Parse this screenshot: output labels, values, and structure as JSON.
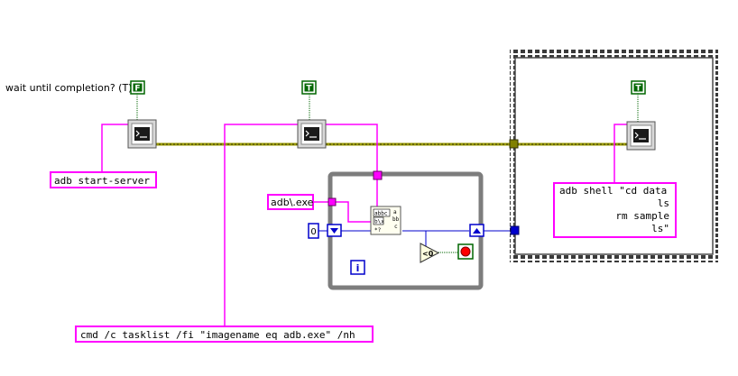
{
  "labels": {
    "wait_until_completion": "wait until completion? (T)"
  },
  "constants": {
    "bool_false": "F",
    "bool_true_1": "T",
    "bool_true_2": "T",
    "cmd_start_server": "adb start-server",
    "cmd_tasklist": "cmd /c tasklist /fi \"imagename eq adb.exe\" /nh",
    "pattern": "adb\\.exe",
    "shell_lines": [
      "adb shell \"cd data",
      "ls",
      "rm sample",
      "ls\""
    ],
    "numeric_zero": "0"
  },
  "while_loop": {
    "iteration_terminal": "i"
  },
  "comparison": {
    "label": "<0"
  },
  "match_pattern_glyph": [
    "abbc",
    "b\\x",
    "*?",
    "a",
    "bb",
    "c"
  ],
  "colors": {
    "string_wire": "#ff00ff",
    "bool_wire": "#006600",
    "numeric_wire": "#0000cc",
    "error_wire": "#9a9a00",
    "loop_frame": "#7d7d7d"
  }
}
